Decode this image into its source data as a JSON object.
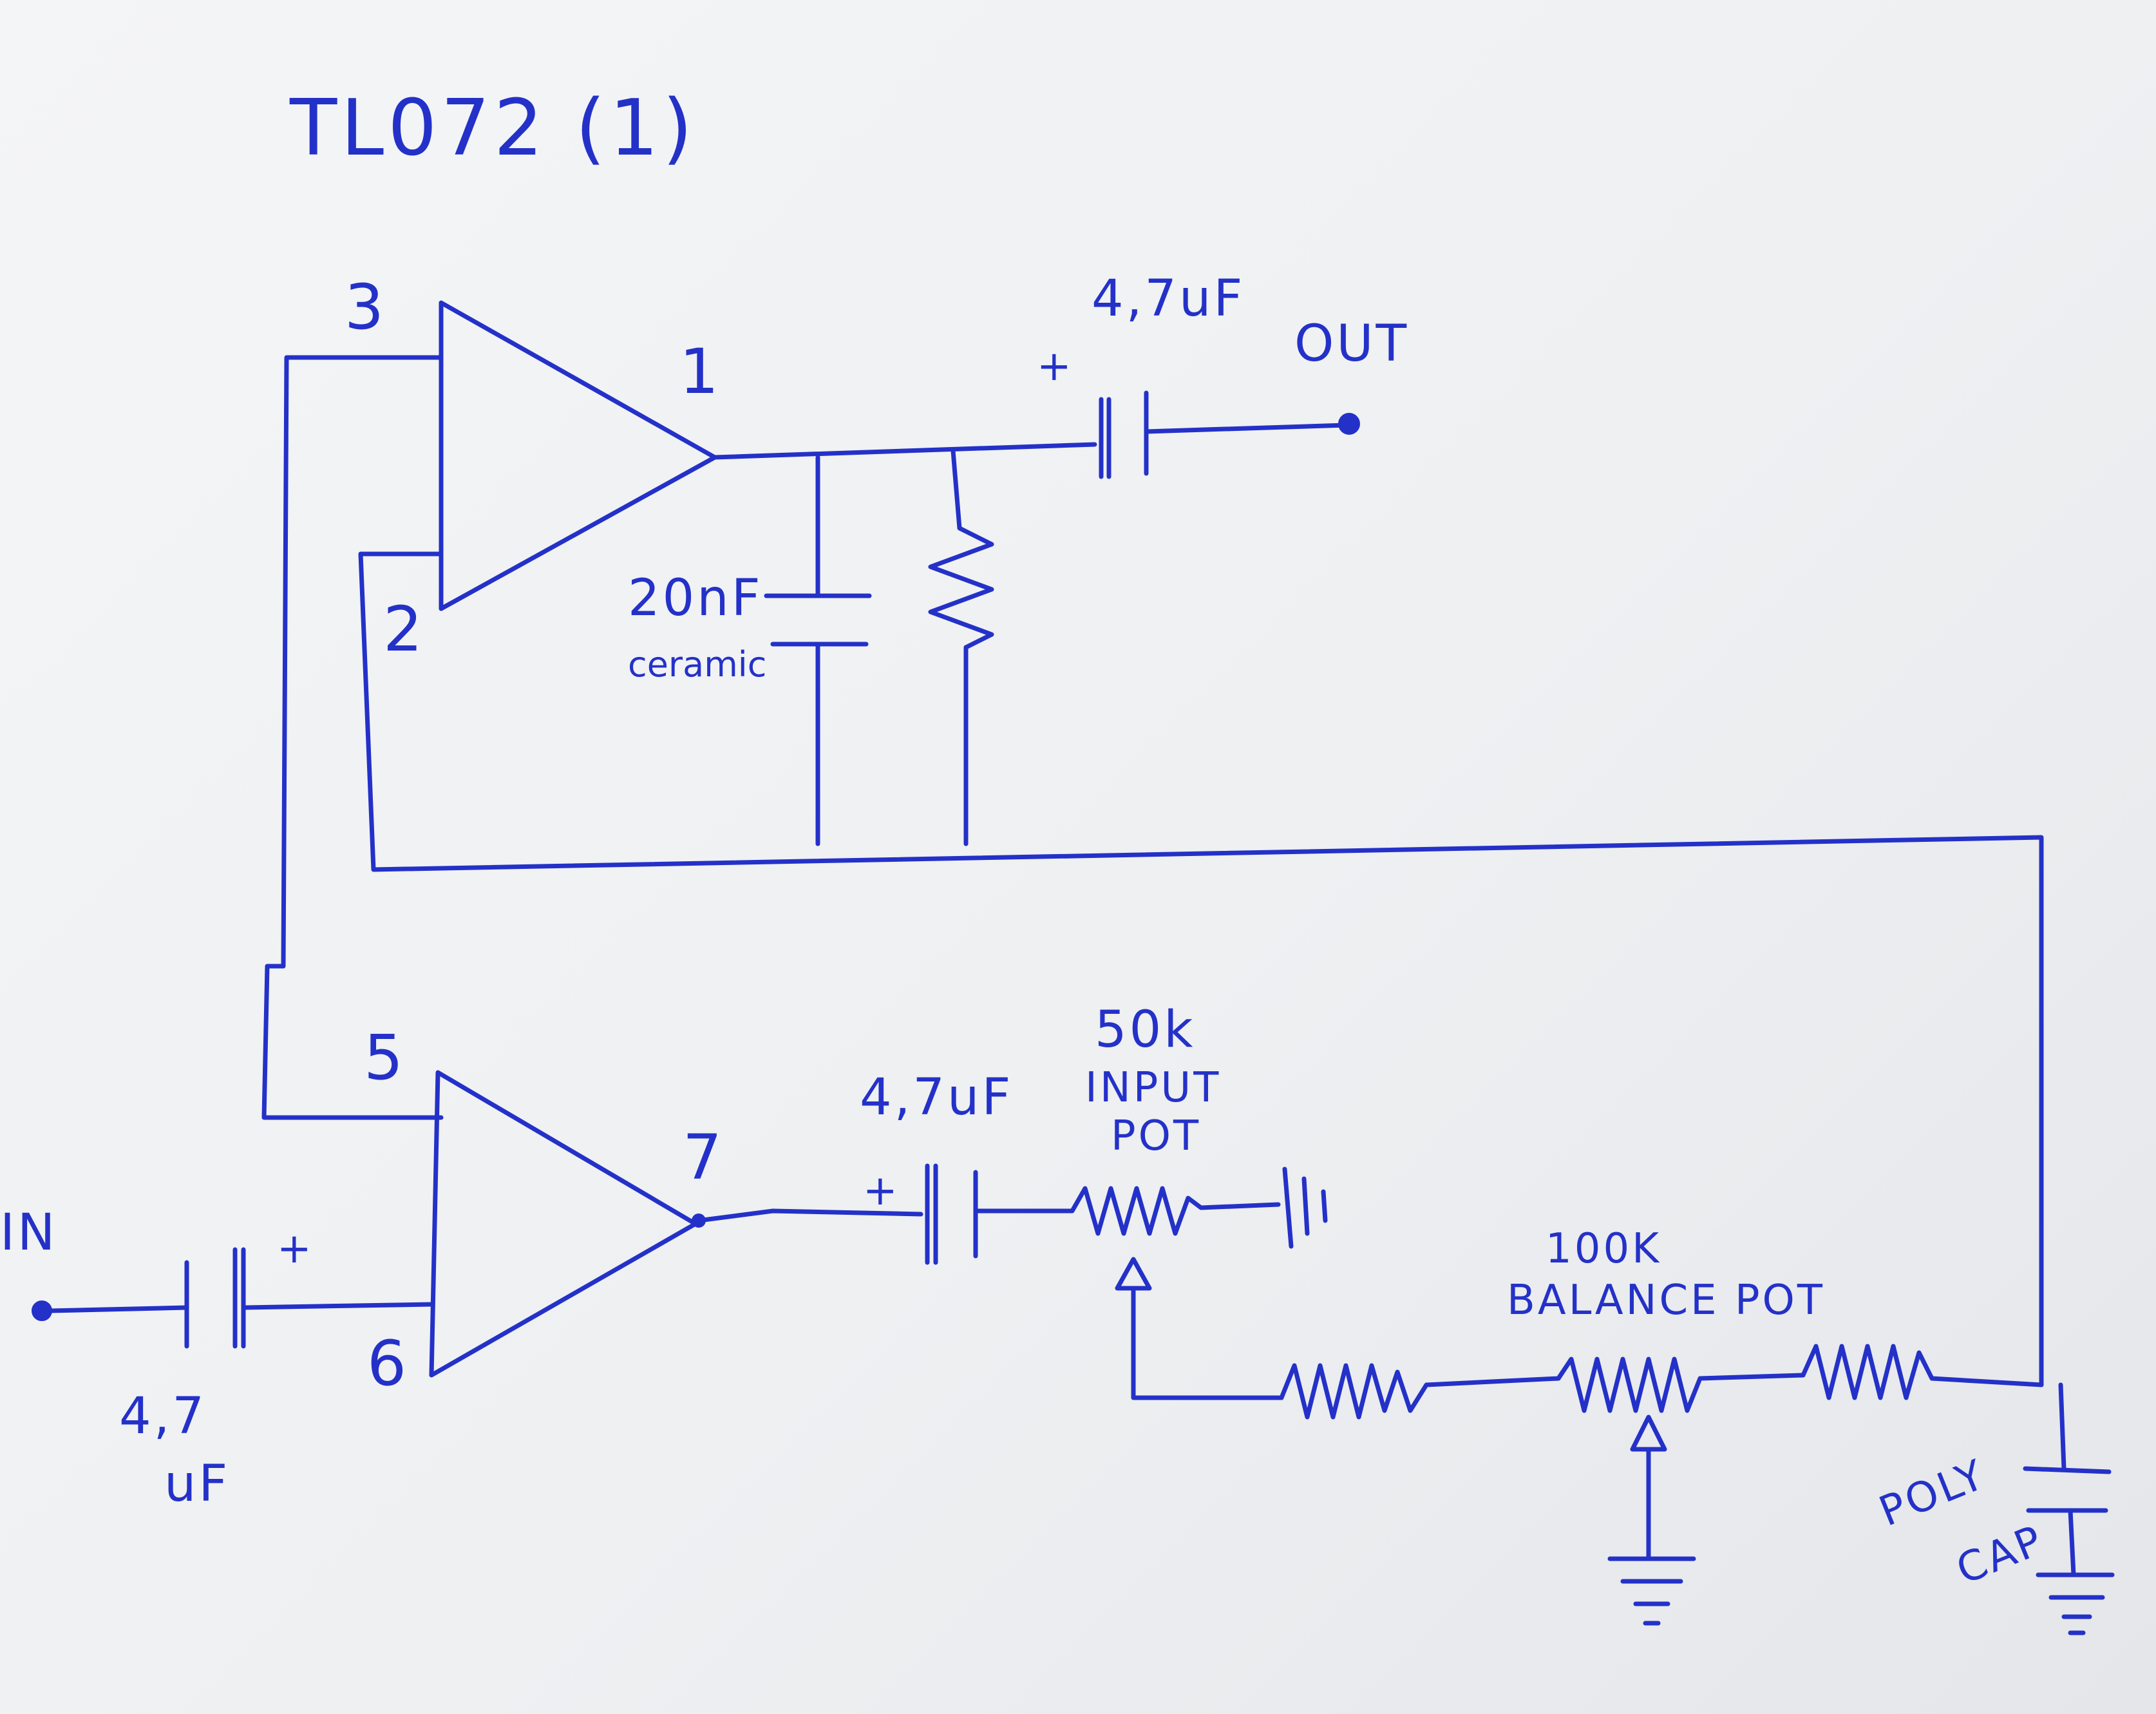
{
  "title": "TL072 (1)",
  "pins": {
    "p3": "3",
    "p2": "2",
    "p1": "1",
    "p5": "5",
    "p6": "6",
    "p7": "7"
  },
  "labels": {
    "out": "OUT",
    "in": "IN",
    "out_cap": "4,7uF",
    "out_cap_plus": "+",
    "ceramic_value": "20nF",
    "ceramic_type": "ceramic",
    "in_cap_value": "4,7",
    "in_cap_unit": "uF",
    "in_cap_plus": "+",
    "mid_cap": "4,7uF",
    "mid_cap_plus": "+",
    "input_pot_value": "50k",
    "input_pot_line1": "INPUT",
    "input_pot_line2": "POT",
    "balance_pot_value": "100K",
    "balance_pot_name": "BALANCE POT",
    "poly_cap_line1": "POLY",
    "poly_cap_line2": "CAP"
  },
  "colors": {
    "ink": "#2431c8",
    "paper": "#f1f2f4"
  }
}
